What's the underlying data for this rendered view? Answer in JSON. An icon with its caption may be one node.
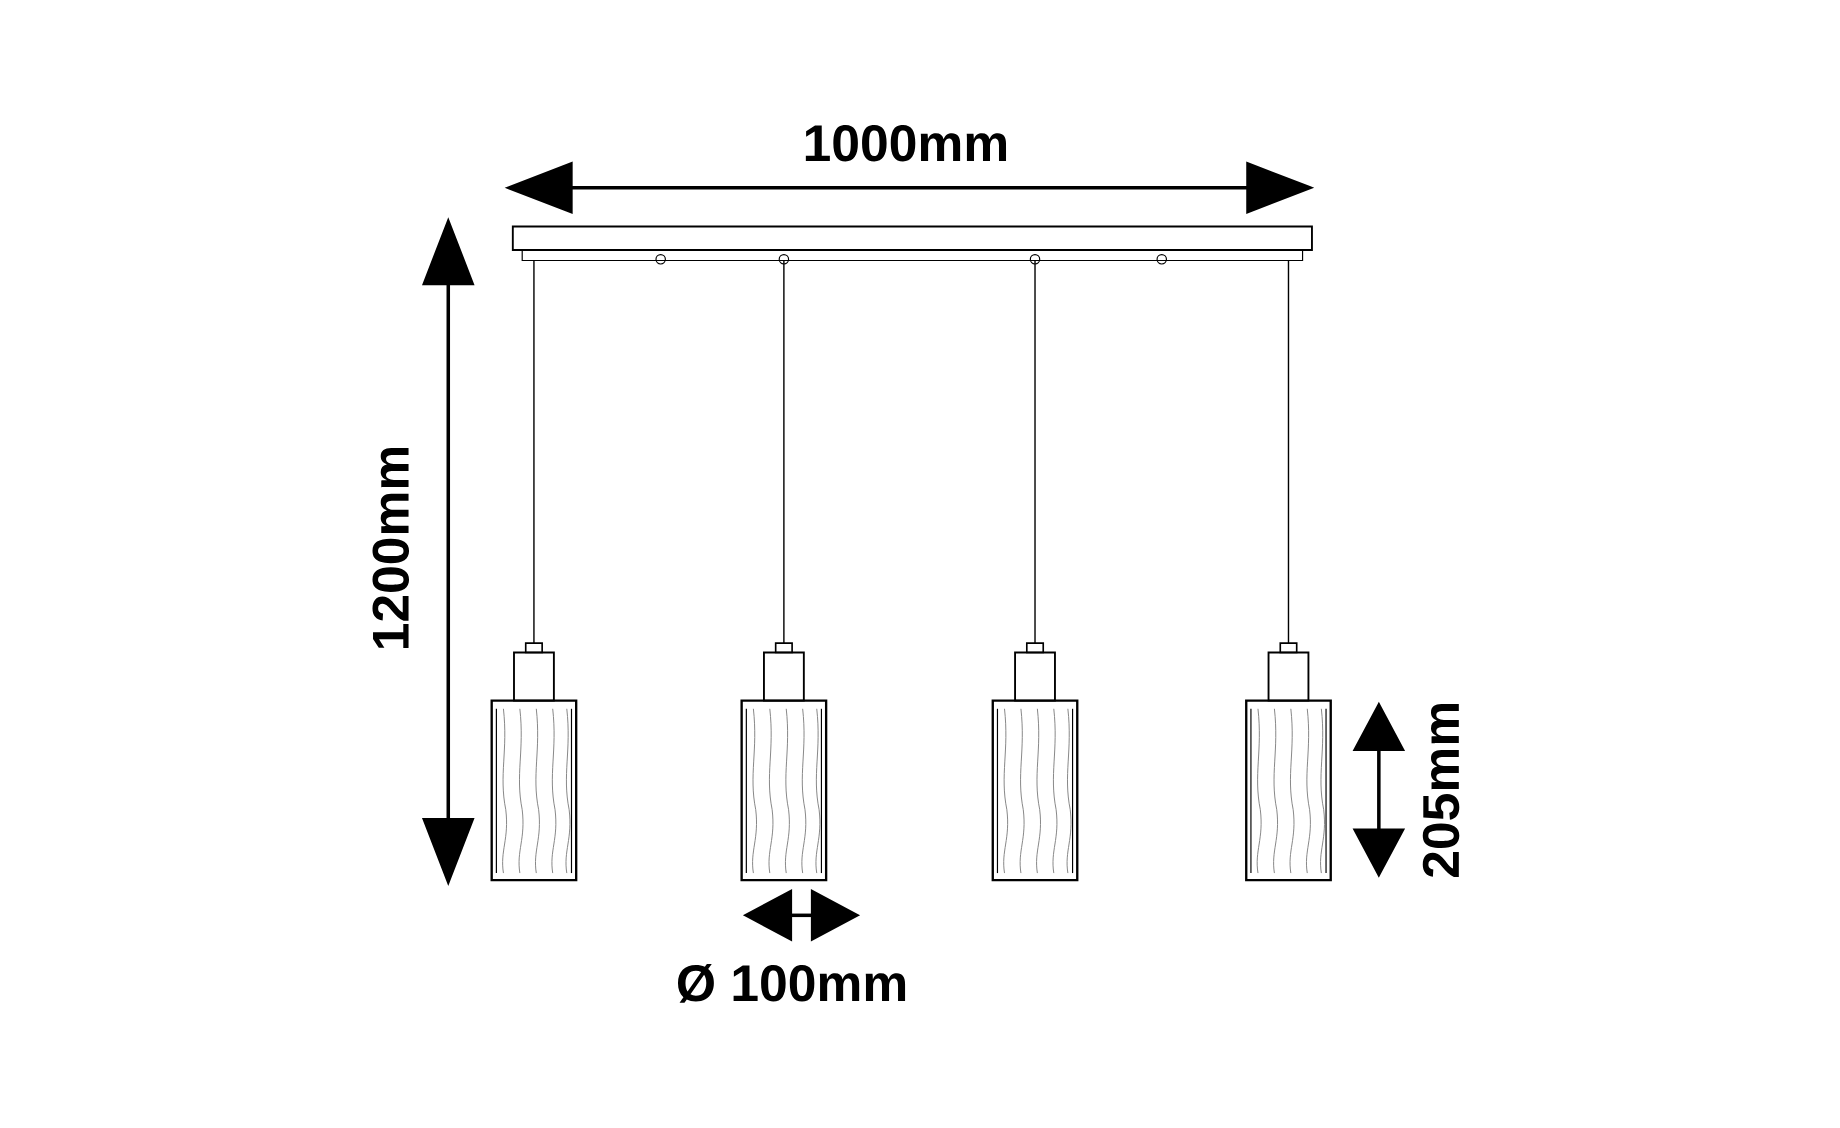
{
  "diagram": {
    "labels": [
      "1000mm",
      "1200mm",
      "205mm",
      "Ø 100mm"
    ]
  }
}
